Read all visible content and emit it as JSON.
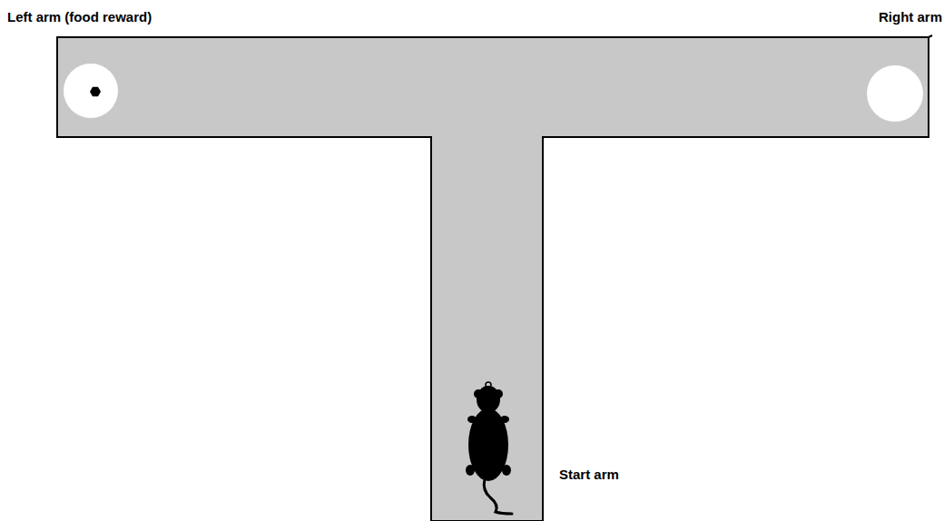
{
  "diagram": {
    "labels": [
      "Left arm (food reward)",
      "Right arm",
      "Start arm"
    ]
  }
}
